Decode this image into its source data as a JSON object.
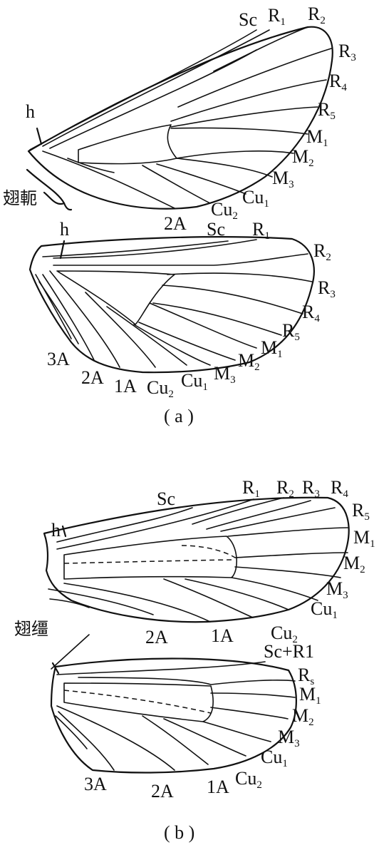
{
  "figure_a": {
    "caption": "( a )",
    "forewing": {
      "labels": {
        "sc": "Sc",
        "r1": "R1",
        "r2": "R2",
        "r3": "R3",
        "r4": "R4",
        "r5": "R5",
        "m1": "M1",
        "m2": "M2",
        "m3": "M3",
        "cu1": "Cu1",
        "cu2": "Cu2",
        "a2": "2A",
        "h": "h",
        "frenulum": "翅軛"
      }
    },
    "hindwing": {
      "labels": {
        "h": "h",
        "sc": "Sc",
        "r1": "R1",
        "r2": "R2",
        "r3": "R3",
        "r4": "R4",
        "r5": "R5",
        "m1": "M1",
        "m2": "M2",
        "m3": "M3",
        "cu1": "Cu1",
        "cu2": "Cu2",
        "a1": "1A",
        "a2": "2A",
        "a3": "3A"
      }
    }
  },
  "figure_b": {
    "caption": "( b )",
    "forewing": {
      "labels": {
        "sc": "Sc",
        "r1": "R1",
        "r2": "R2",
        "r3": "R3",
        "r4": "R4",
        "r5": "R5",
        "m1": "M1",
        "m2": "M2",
        "m3": "M3",
        "cu1": "Cu1",
        "cu2": "Cu2",
        "a1": "1A",
        "a2": "2A",
        "h": "h",
        "frenulum": "翅缰"
      }
    },
    "hindwing": {
      "labels": {
        "scr1": "Sc+R1",
        "rs": "Rs",
        "m1": "M1",
        "m2": "M2",
        "m3": "M3",
        "cu1": "Cu1",
        "cu2": "Cu2",
        "a1": "1A",
        "a2": "2A",
        "a3": "3A"
      }
    }
  }
}
